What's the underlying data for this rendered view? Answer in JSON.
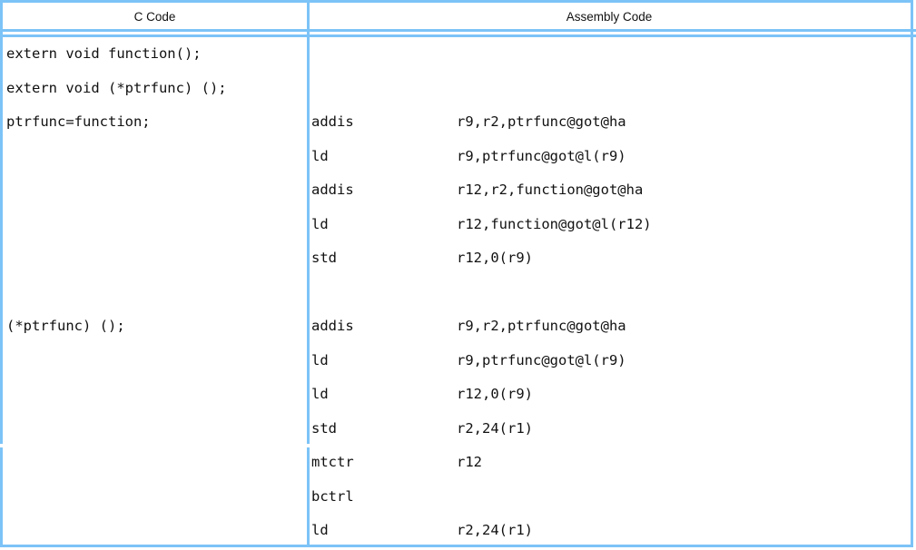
{
  "table": {
    "headers": {
      "c_code": "C Code",
      "assembly_code": "Assembly Code"
    },
    "border_color": "#7cc3f7",
    "background_color": "#ffffff",
    "text_color": "#111111",
    "c_code_lines": [
      "extern void function();",
      "extern void (*ptrfunc) ();",
      "ptrfunc=function;",
      "",
      "",
      "",
      "",
      "",
      "(*ptrfunc) ();",
      "",
      "",
      "",
      "",
      "",
      ""
    ],
    "assembly_lines": [
      {
        "mnemonic": "",
        "operands": ""
      },
      {
        "mnemonic": "",
        "operands": ""
      },
      {
        "mnemonic": "addis",
        "operands": "r9,r2,ptrfunc@got@ha"
      },
      {
        "mnemonic": "ld",
        "operands": "r9,ptrfunc@got@l(r9)"
      },
      {
        "mnemonic": "addis",
        "operands": "r12,r2,function@got@ha"
      },
      {
        "mnemonic": "ld",
        "operands": "r12,function@got@l(r12)"
      },
      {
        "mnemonic": "std",
        "operands": "r12,0(r9)"
      },
      {
        "mnemonic": "",
        "operands": ""
      },
      {
        "mnemonic": "addis",
        "operands": "r9,r2,ptrfunc@got@ha"
      },
      {
        "mnemonic": "ld",
        "operands": "r9,ptrfunc@got@l(r9)"
      },
      {
        "mnemonic": "ld",
        "operands": "r12,0(r9)"
      },
      {
        "mnemonic": "std",
        "operands": "r2,24(r1)"
      },
      {
        "mnemonic": "mtctr",
        "operands": "r12"
      },
      {
        "mnemonic": "bctrl",
        "operands": ""
      },
      {
        "mnemonic": "ld",
        "operands": "r2,24(r1)"
      }
    ]
  }
}
